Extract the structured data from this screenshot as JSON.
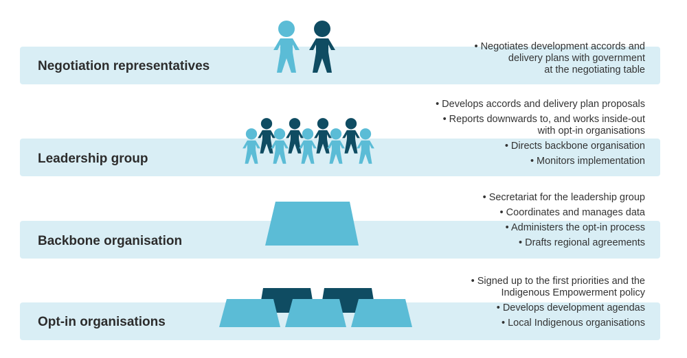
{
  "colors": {
    "band": "#d9eef5",
    "light_figure": "#5bbcd6",
    "dark_figure": "#0f4c62",
    "text": "#333333"
  },
  "tiers": [
    {
      "label": "Negotiation representatives",
      "icon": "two-people-icon",
      "bullets": [
        "• Negotiates development accords and\ndelivery plans with government\nat the negotiating table"
      ]
    },
    {
      "label": "Leadership group",
      "icon": "group-of-people-icon",
      "bullets": [
        "• Develops accords and delivery plan proposals",
        "• Reports downwards to, and works inside-out\nwith opt-in organisations",
        "• Directs backbone organisation",
        "• Monitors implementation"
      ]
    },
    {
      "label": "Backbone organisation",
      "icon": "single-block-icon",
      "bullets": [
        "• Secretariat for the leadership group",
        "• Coordinates and manages data",
        "• Administers the opt-in process",
        "• Drafts regional agreements"
      ]
    },
    {
      "label": "Opt-in organisations",
      "icon": "stacked-blocks-icon",
      "bullets": [
        "• Signed up to the first priorities and the\nIndigenous Empowerment policy",
        "• Develops development agendas",
        "• Local Indigenous organisations"
      ]
    }
  ]
}
